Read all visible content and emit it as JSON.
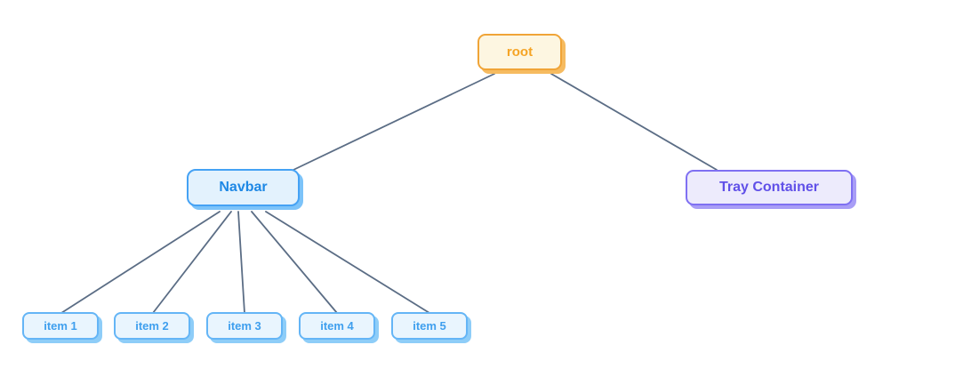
{
  "diagram": {
    "type": "tree",
    "root": {
      "label": "root"
    },
    "navbar": {
      "label": "Navbar"
    },
    "tray": {
      "label": "Tray Container"
    },
    "items": [
      {
        "label": "item 1"
      },
      {
        "label": "item 2"
      },
      {
        "label": "item 3"
      },
      {
        "label": "item 4"
      },
      {
        "label": "item 5"
      }
    ],
    "hierarchy": {
      "root": [
        "Navbar",
        "Tray Container"
      ],
      "Navbar": [
        "item 1",
        "item 2",
        "item 3",
        "item 4",
        "item 5"
      ],
      "Tray Container": []
    },
    "colors": {
      "background": "#ffffff",
      "edge": "#5b6d85",
      "root_fill": "#fdf6e1",
      "root_border": "#f0a437",
      "root_text": "#f5a425",
      "root_shadow": "#f6bb60",
      "navbar_fill": "#e3f2fd",
      "navbar_border": "#45a2f4",
      "navbar_text": "#1e88e5",
      "navbar_shadow": "#7cc3f9",
      "item_fill": "#e9f5fe",
      "item_border": "#64b5f6",
      "item_text": "#3f9fee",
      "item_shadow": "#8ecdf8",
      "tray_fill": "#edebfc",
      "tray_border": "#7f70f2",
      "tray_text": "#6050e8",
      "tray_shadow": "#a89df6"
    }
  }
}
